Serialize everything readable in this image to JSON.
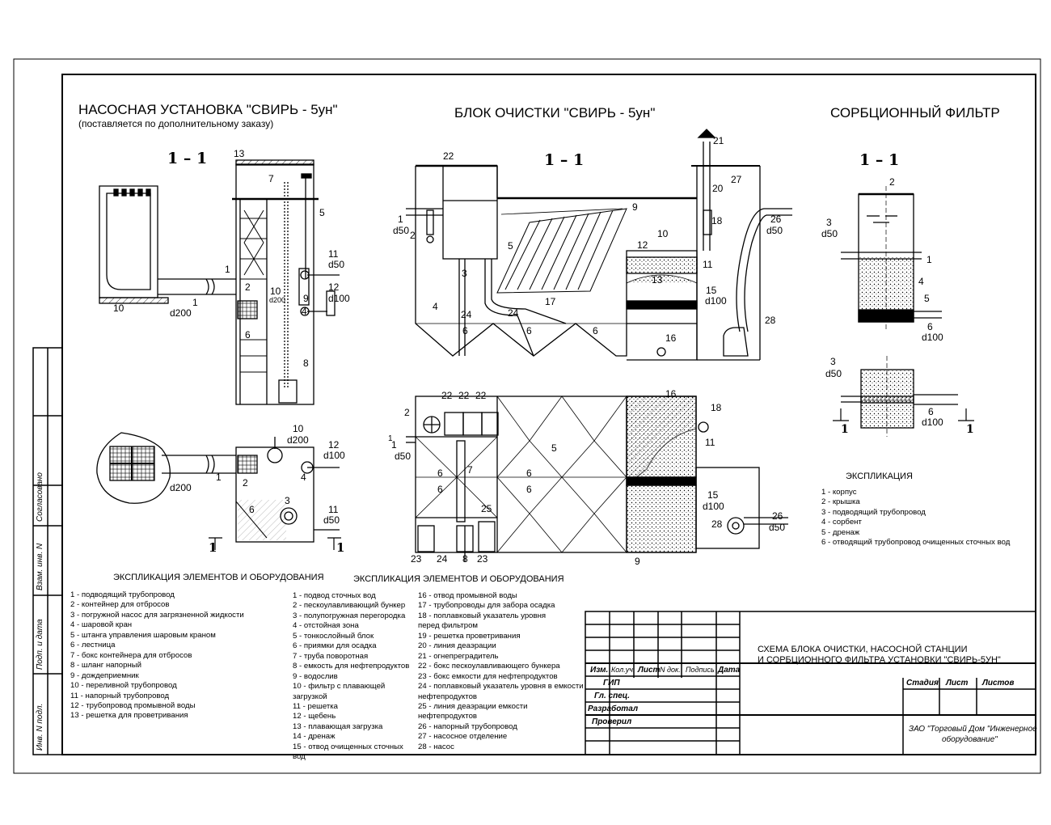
{
  "titles": {
    "pump": "НАСОСНАЯ УСТАНОВКА  \"СВИРЬ - 5ун\"",
    "pump_sub": "(поставляется по дополнительному заказу)",
    "block": "БЛОК ОЧИСТКИ \"СВИРЬ - 5ун\"",
    "filter": "СОРБЦИОННЫЙ ФИЛЬТР"
  },
  "sections": {
    "s1": "1  –  1",
    "s2": "1  –  1",
    "s3": "1  –  1"
  },
  "pump_labels": [
    "13",
    "7",
    "5",
    "1",
    "2",
    "10",
    "1",
    "d200",
    "d50",
    "11",
    "12",
    "d100",
    "d200",
    "4",
    "9",
    "6",
    "8"
  ],
  "pump_plan_labels": [
    "10",
    "d200",
    "12",
    "d100",
    "d200",
    "1",
    "2",
    "4",
    "3",
    "6",
    "11",
    "d50",
    "1",
    "1"
  ],
  "block_labels": [
    "22",
    "1",
    "d50",
    "2",
    "5",
    "9",
    "3",
    "10",
    "12",
    "4",
    "24",
    "24",
    "17",
    "6",
    "6",
    "6",
    "13",
    "11",
    "15",
    "d100",
    "16",
    "21",
    "20",
    "27",
    "18",
    "26",
    "d50",
    "28"
  ],
  "block_plan_labels": [
    "2",
    "22",
    "22",
    "22",
    "16",
    "18",
    "11",
    "1",
    "d50",
    "5",
    "7",
    "6",
    "6",
    "6",
    "6",
    "15",
    "d100",
    "26",
    "d50",
    "28",
    "25",
    "23",
    "24",
    "8",
    "23",
    "9",
    "1"
  ],
  "filter_labels": [
    "2",
    "3",
    "d50",
    "1",
    "4",
    "5",
    "6",
    "d100",
    "3",
    "d50",
    "6",
    "d100",
    "1",
    "1"
  ],
  "expl_pump": {
    "title": "ЭКСПЛИКАЦИЯ ЭЛЕМЕНТОВ И ОБОРУДОВАНИЯ",
    "items": [
      "1 - подводящий трубопровод",
      "2 - контейнер для отбросов",
      "3 - погружной насос для загрязненной жидкости",
      "4 - шаровой кран",
      "5 - штанга управления шаровым краном",
      "6 - лестница",
      "7 - бокс контейнера для отбросов",
      "8 - шланг напорный",
      "9 - дождеприемник",
      "10 - переливной трубопровод",
      "11 - напорный трубопровод",
      "12 - трубопровод промывной воды",
      "13 - решетка для  проветривания"
    ]
  },
  "expl_block": {
    "title": "ЭКСПЛИКАЦИЯ ЭЛЕМЕНТОВ И ОБОРУДОВАНИЯ",
    "col1": [
      "1 - подвод сточных вод",
      "2 - пескоулавливающий бункер",
      "3 - полупогружная перегородка",
      "4 - отстойная зона",
      "5 - тонкослойный блок",
      "6 - приямки для осадка",
      "7 - труба поворотная",
      "8 - емкость для нефтепродуктов",
      "9 - водослив",
      "10 - фильтр с плавающей загрузкой",
      "11 - решетка",
      "12 - щебень",
      "13 - плавающая загрузка",
      "14 - дренаж",
      "15 - отвод очищенных сточных вод"
    ],
    "col2": [
      "16 - отвод промывной воды",
      "17 - трубопроводы для забора осадка",
      "18 - поплавковый указатель уровня",
      "      перед фильтром",
      "19 - решетка проветривания",
      "20 - линия деаэрации",
      "21 - огнепреградитель",
      "22 - бокс пескоулавливающего бункера",
      "23 - бокс емкости для нефтепродуктов",
      "24 - поплавковый указатель уровня в емкости",
      "       нефтепродуктов",
      "25 - линия деаэрации емкости нефтепродуктов",
      "26 - напорный трубопровод",
      "27 - насосное отделение",
      "28 - насос"
    ]
  },
  "expl_filter": {
    "title": "ЭКСПЛИКАЦИЯ",
    "items": [
      "1 - корпус",
      "2 - крышка",
      "3 - подводящий трубопровод",
      "4 - сорбент",
      "5 - дренаж",
      "6 - отводящий трубопровод очищенных сточных вод"
    ]
  },
  "stamp": {
    "cols": [
      "Изм.",
      "Кол.уч.",
      "Лист",
      "N док.",
      "Подпись",
      "Дата"
    ],
    "rows": [
      "ГИП",
      "Гл. спец.",
      "Разработал",
      "Проверил"
    ],
    "title": [
      "СХЕМА БЛОКА ОЧИСТКИ, НАСОСНОЙ СТАНЦИИ",
      "И СОРБЦИОННОГО ФИЛЬТРА УСТАНОВКИ \"СВИРЬ-5УН\""
    ],
    "stage_cols": [
      "Стадия",
      "Лист",
      "Листов"
    ],
    "org": [
      "ЗАО \"Торговый Дом \"Инженерное",
      "оборудование\""
    ]
  },
  "side": [
    "Согласовано",
    "Взам. инв. N",
    "Подп. и дата",
    "Инв. N подл."
  ]
}
